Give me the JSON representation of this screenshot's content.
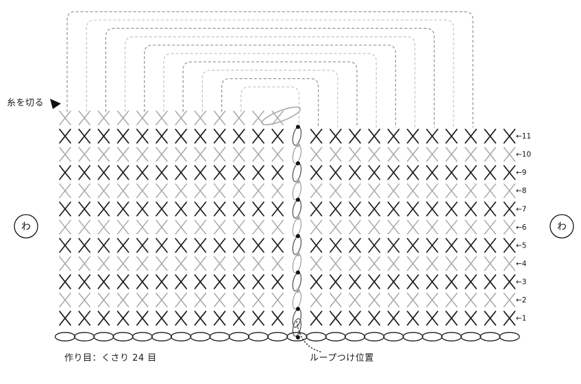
{
  "diagram_type": "crochet-symbol-chart",
  "labels": {
    "cut_yarn": "糸を切る",
    "foundation": "作り目：くさり 24 目",
    "loop_position": "ループつけ位置",
    "ring_left": "わ",
    "ring_right": "わ"
  },
  "row_label_prefix": "←",
  "rows": [
    {
      "num": null,
      "color": "gray",
      "partial": true
    },
    {
      "num": 11,
      "color": "black",
      "partial": false
    },
    {
      "num": 10,
      "color": "gray",
      "partial": false
    },
    {
      "num": 9,
      "color": "black",
      "partial": false
    },
    {
      "num": 8,
      "color": "gray",
      "partial": false
    },
    {
      "num": 7,
      "color": "black",
      "partial": false
    },
    {
      "num": 6,
      "color": "gray",
      "partial": false
    },
    {
      "num": 5,
      "color": "black",
      "partial": false
    },
    {
      "num": 4,
      "color": "gray",
      "partial": false
    },
    {
      "num": 3,
      "color": "black",
      "partial": false
    },
    {
      "num": 2,
      "color": "gray",
      "partial": false
    },
    {
      "num": 1,
      "color": "black",
      "partial": false
    }
  ],
  "grid": {
    "columns": 24,
    "loop_column": 12,
    "foundation_stitches": 24,
    "brackets": 10,
    "stitch_symbol": "x-single-crochet",
    "foundation_symbol": "chain-oval"
  },
  "colors": {
    "black": "#1c1c1c",
    "gray": "#a8a8a8",
    "dash_dark": "#909090",
    "dash_light": "#c3c3c3",
    "loop_dark": "#606060",
    "loop_light": "#a8a8a8",
    "text": "#111111"
  }
}
